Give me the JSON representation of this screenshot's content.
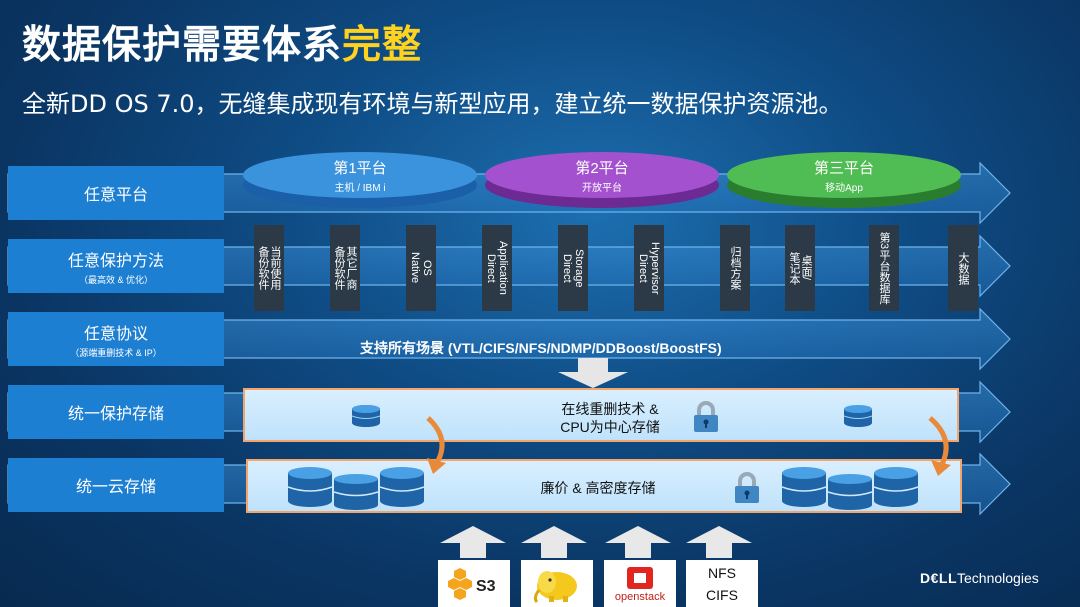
{
  "title": {
    "main": "数据保护需要体系",
    "highlight": "完整"
  },
  "subtitle": "全新DD OS 7.0，无缝集成现有环境与新型应用，建立统一数据保护资源池。",
  "rows": [
    {
      "label": "任意平台",
      "sub": ""
    },
    {
      "label": "任意保护方法",
      "sub": "（最高效 & 优化）"
    },
    {
      "label": "任意协议",
      "sub": "（源端重删技术 & IP）"
    },
    {
      "label": "统一保护存储",
      "sub": ""
    },
    {
      "label": "统一云存储",
      "sub": ""
    }
  ],
  "platforms": [
    {
      "title": "第1平台",
      "sub": "主机 / IBM i",
      "color": "#2f86d6"
    },
    {
      "title": "第2平台",
      "sub": "开放平台",
      "color": "#9b3fc6"
    },
    {
      "title": "第三平台",
      "sub": "移动App",
      "color": "#44b549"
    }
  ],
  "methods": [
    "当前使用\n备份软件",
    "其它厂商\n备份软件",
    "OS\nNative",
    "Application\nDirect",
    "Storage\nDirect",
    "Hypervisor\nDirect",
    "归档方案",
    "桌面/\n笔记本",
    "第3平台数据库",
    "大数据"
  ],
  "protocol_text": "支持所有场景 (VTL/CIFS/NFS/NDMP/DDBoost/BoostFS)",
  "protection_storage_text": "在线重删技术 &\nCPU为中心存储",
  "cloud_storage_text": "廉价 & 高密度存储",
  "sources": [
    {
      "name": "aws-s3",
      "label": "S3"
    },
    {
      "name": "hadoop",
      "label": ""
    },
    {
      "name": "openstack",
      "label": "openstack"
    },
    {
      "name": "nfs-cifs",
      "label": "NFS\nCIFS"
    }
  ],
  "brand": {
    "bold": "D€LL",
    "rest": "Technologies"
  }
}
